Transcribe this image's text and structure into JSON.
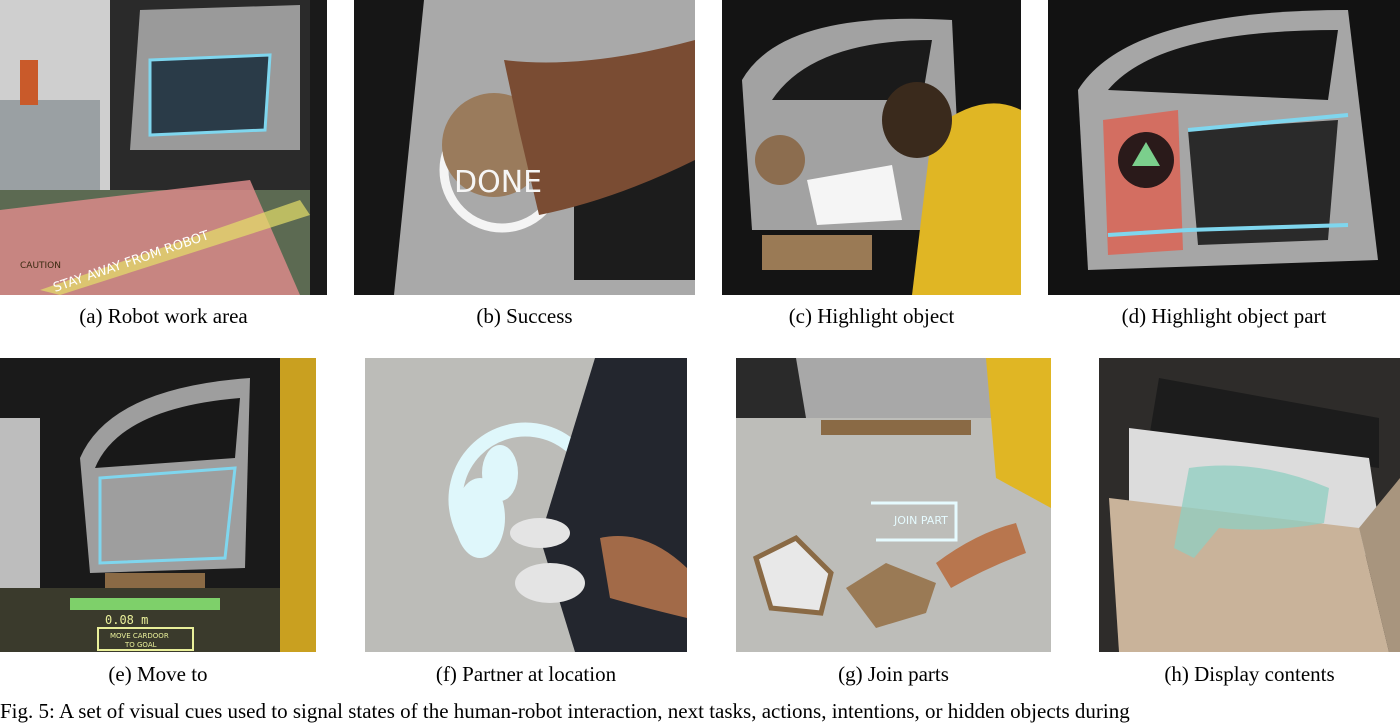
{
  "captions": {
    "a": "(a) Robot work area",
    "b": "(b) Success",
    "c": "(c) Highlight object",
    "d": "(d) Highlight object part",
    "e": "(e) Move to",
    "f": "(f) Partner at location",
    "g": "(g) Join parts",
    "h": "(h) Display contents"
  },
  "figure_caption": "Fig. 5: A set of visual cues used to signal states of the human-robot interaction, next tasks, actions, intentions, or hidden objects during",
  "projections": {
    "caution": "CAUTION",
    "stay_away": "STAY AWAY FROM ROBOT",
    "done": "DONE",
    "distance": "0.08 m",
    "move_cardoor": "MOVE CARDOOR",
    "to_goal": "TO GOAL",
    "join_part": "JOIN PART"
  }
}
